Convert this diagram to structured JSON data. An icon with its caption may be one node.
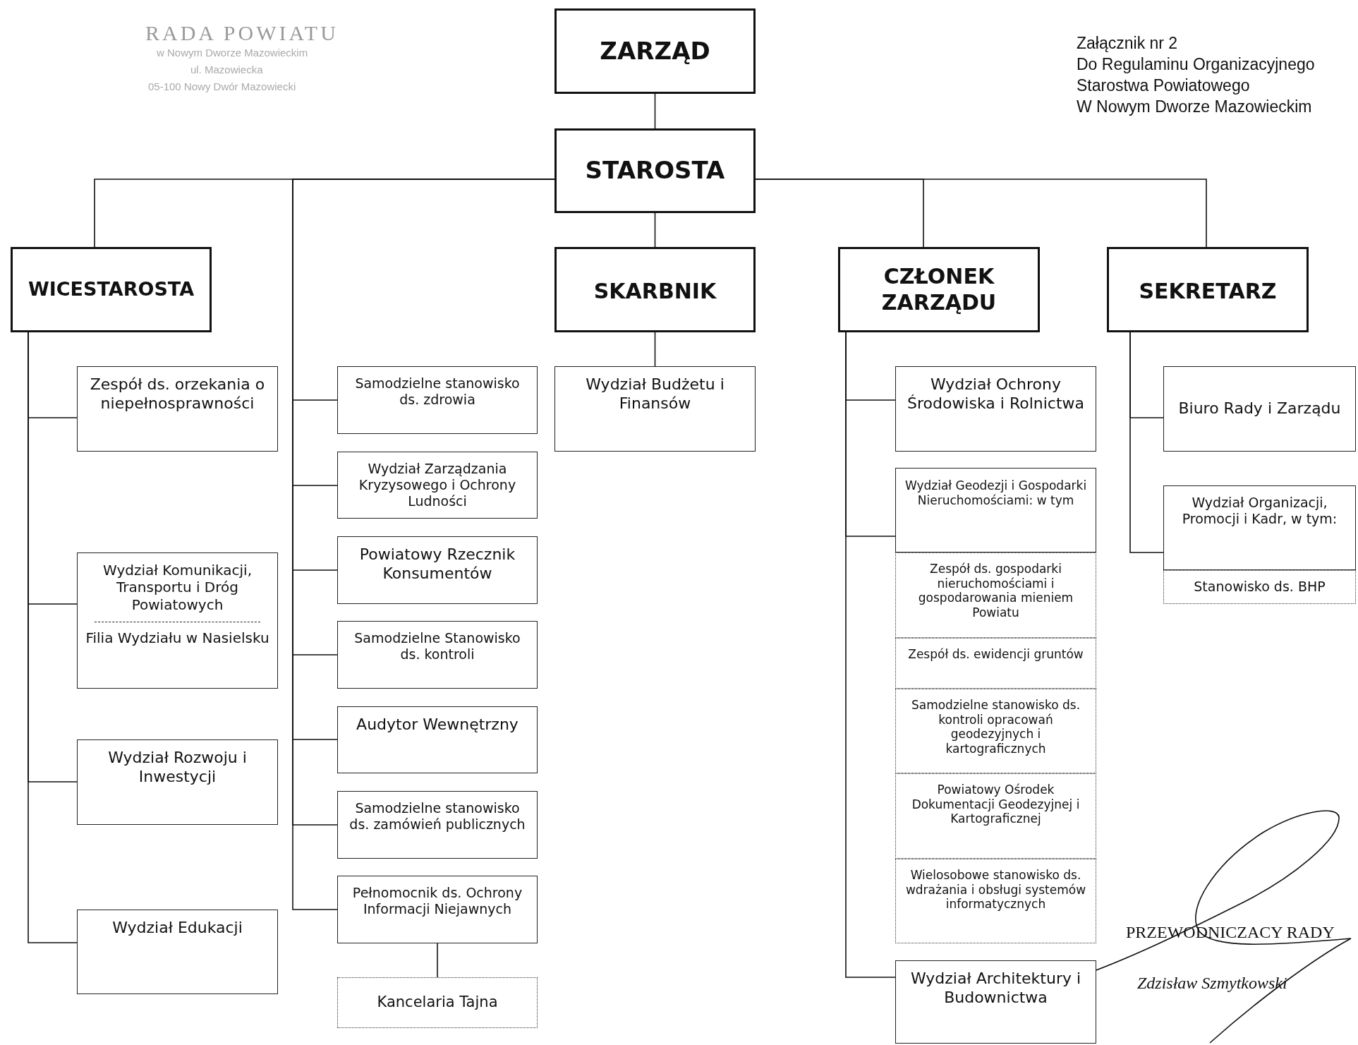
{
  "diagram": {
    "nodes": [
      {
        "text": [
          "ZARZĄD"
        ]
      },
      {
        "text": [
          "STAROSTA"
        ]
      },
      {
        "text": [
          "WICESTAROSTA"
        ]
      },
      {
        "text": [
          "SKARBNIK"
        ]
      },
      {
        "text": [
          "CZŁONEK ZARZĄDU"
        ]
      },
      {
        "text": [
          "SEKRETARZ"
        ]
      },
      {
        "text": [
          "Zespół ds. orzekania o niepełnosprawności"
        ]
      },
      {
        "text": [
          "Wydział Komunikacji, Transportu i Dróg Powiatowych",
          "Filia Wydziału w Nasielsku"
        ]
      },
      {
        "text": [
          "Wydział Rozwoju i Inwestycji"
        ]
      },
      {
        "text": [
          "Wydział Edukacji"
        ]
      },
      {
        "text": [
          "Samodzielne stanowisko ds. zdrowia"
        ]
      },
      {
        "text": [
          "Wydział Zarządzania Kryzysowego i Ochrony Ludności"
        ]
      },
      {
        "text": [
          "Powiatowy Rzecznik Konsumentów"
        ]
      },
      {
        "text": [
          "Samodzielne Stanowisko ds. kontroli"
        ]
      },
      {
        "text": [
          "Audytor Wewnętrzny"
        ]
      },
      {
        "text": [
          "Samodzielne stanowisko ds. zamówień publicznych"
        ]
      },
      {
        "text": [
          "Pełnomocnik ds. Ochrony Informacji Niejawnych"
        ]
      },
      {
        "text": [
          "Kancelaria Tajna"
        ]
      },
      {
        "text": [
          "Wydział Budżetu i Finansów"
        ]
      },
      {
        "text": [
          "Wydział Ochrony Środowiska i Rolnictwa"
        ]
      },
      {
        "text": [
          "Wydział Geodezji i Gospodarki Nieruchomościami: w tym"
        ]
      },
      {
        "text": [
          "Zespół ds. gospodarki nieruchomościami i gospodarowania mieniem Powiatu"
        ]
      },
      {
        "text": [
          "Zespół ds. ewidencji gruntów"
        ]
      },
      {
        "text": [
          "Samodzielne stanowisko ds. kontroli opracowań geodezyjnych i kartograficznych"
        ]
      },
      {
        "text": [
          "Powiatowy Ośrodek Dokumentacji Geodezyjnej i Kartograficznej"
        ]
      },
      {
        "text": [
          "Wielosobowe stanowisko ds. wdrażania i obsługi systemów informatycznych"
        ]
      },
      {
        "text": [
          "Wydział Architektury i Budownictwa"
        ]
      },
      {
        "text": [
          "Biuro Rady i Zarządu"
        ]
      },
      {
        "text": [
          "Wydział Organizacji, Promocji i Kadr, w tym:"
        ]
      },
      {
        "text": [
          "Stanowisko ds. BHP"
        ]
      }
    ],
    "edges": [
      {
        "from": 0,
        "to": 1,
        "arrow": "none"
      },
      {
        "from": 1,
        "to": 2,
        "arrow": "none"
      },
      {
        "from": 1,
        "to": 3,
        "arrow": "none"
      },
      {
        "from": 1,
        "to": 4,
        "arrow": "none"
      },
      {
        "from": 1,
        "to": 5,
        "arrow": "none"
      },
      {
        "from": 1,
        "to": 10,
        "arrow": "none"
      },
      {
        "from": 1,
        "to": 11,
        "arrow": "none"
      },
      {
        "from": 1,
        "to": 12,
        "arrow": "none"
      },
      {
        "from": 1,
        "to": 13,
        "arrow": "none"
      },
      {
        "from": 1,
        "to": 14,
        "arrow": "none"
      },
      {
        "from": 1,
        "to": 15,
        "arrow": "none"
      },
      {
        "from": 1,
        "to": 16,
        "arrow": "none"
      },
      {
        "from": 2,
        "to": 6,
        "arrow": "none"
      },
      {
        "from": 2,
        "to": 7,
        "arrow": "none"
      },
      {
        "from": 2,
        "to": 8,
        "arrow": "none"
      },
      {
        "from": 2,
        "to": 9,
        "arrow": "none"
      },
      {
        "from": 3,
        "to": 18,
        "arrow": "none"
      },
      {
        "from": 4,
        "to": 19,
        "arrow": "none"
      },
      {
        "from": 4,
        "to": 20,
        "arrow": "none"
      },
      {
        "from": 4,
        "to": 26,
        "arrow": "none"
      },
      {
        "from": 5,
        "to": 27,
        "arrow": "none"
      },
      {
        "from": 5,
        "to": 28,
        "arrow": "none"
      },
      {
        "from": 16,
        "to": 17,
        "arrow": "none"
      }
    ],
    "labels": [
      "RADA POWIATU",
      "w Nowym Dworze Mazowieckim",
      "ul. Mazowiecka",
      "05-100 Nowy Dwór Mazowiecki",
      "Załącznik nr 2",
      "Do Regulaminu Organizacyjnego",
      "Starostwa Powiatowego",
      "W Nowym Dworze Mazowieckim",
      "PRZEWODNICZACY RADY",
      "Zdzisław Szmytkowski"
    ]
  }
}
